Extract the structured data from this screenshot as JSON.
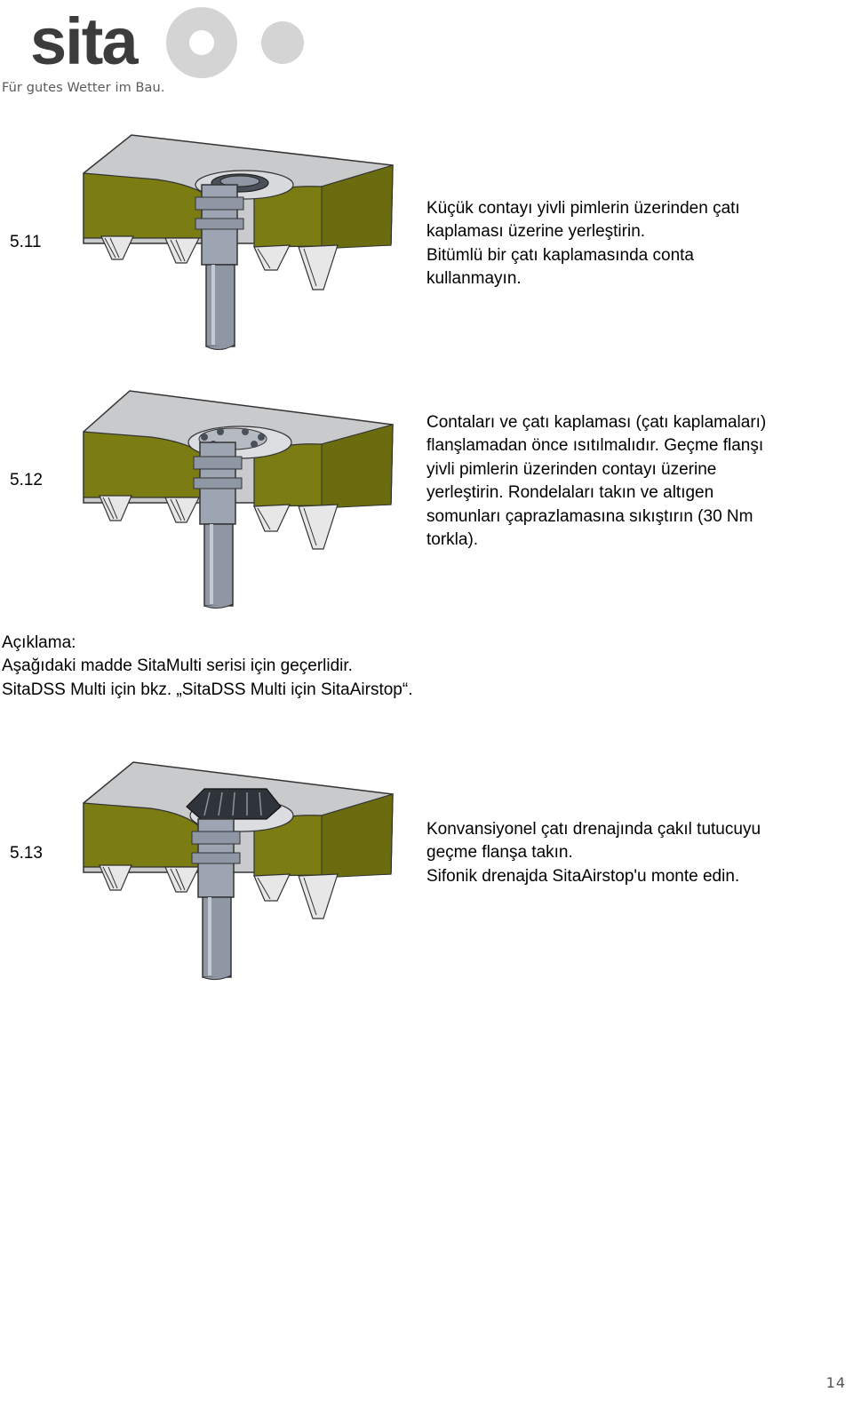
{
  "header": {
    "brand": "sita",
    "tagline": "Für gutes Wetter im Bau."
  },
  "colors": {
    "brand_gray": "#3c3c3c",
    "insulation_olive": "#7b7c12",
    "insulation_dark": "#5e5f0c",
    "membrane_gray": "#c9cacc",
    "pipe_steel": "#8f96a4"
  },
  "steps": [
    {
      "number": "5.11",
      "text": "Küçük contayı yivli pimlerin üzerinden çatı\nkaplaması üzerine yerleştirin.\nBitümlü bir çatı kaplamasında conta\nkullanmayın.",
      "figure": "roof-drain-with-small-gasket"
    },
    {
      "number": "5.12",
      "text": "Contaları ve çatı kaplaması (çatı kaplamaları)\nflanşlamadan önce ısıtılmalıdır. Geçme flanşı\nyivli pimlerin üzerinden contayı üzerine\nyerleştirin. Rondelaları takın ve altıgen\nsomunları çaprazlamasına sıkıştırın (30 Nm\ntorkla).",
      "figure": "roof-drain-with-flange-and-nuts"
    },
    {
      "number": "5.13",
      "text": "Konvansiyonel çatı drenajında çakıl tutucuyu\ngeçme flanşa takın.\nSifonik drenajda SitaAirstop'u monte edin.",
      "figure": "roof-drain-with-gravel-guard"
    }
  ],
  "note": {
    "text": "Açıklama:\nAşağıdaki madde SitaMulti serisi için geçerlidir.\nSitaDSS Multi için bkz. „SitaDSS Multi için SitaAirstop“."
  },
  "page": {
    "number": "14"
  }
}
